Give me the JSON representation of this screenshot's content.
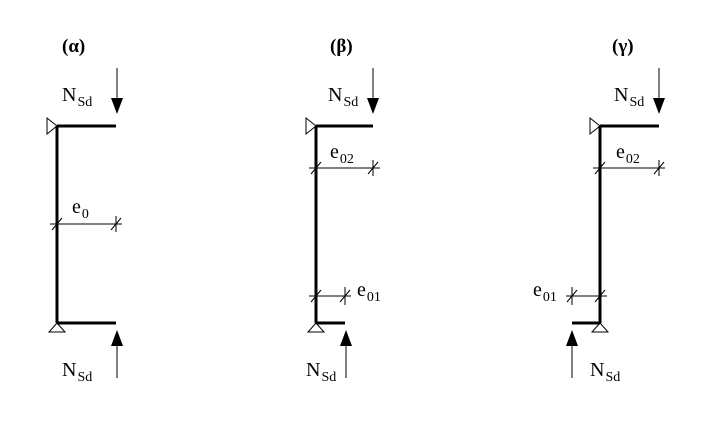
{
  "panels": [
    {
      "title": "(α)",
      "force_top": {
        "main": "N",
        "sub": "Sd"
      },
      "force_bottom": {
        "main": "N",
        "sub": "Sd"
      },
      "ecc": {
        "main": "e",
        "sub": "0"
      }
    },
    {
      "title": "(β)",
      "force_top": {
        "main": "N",
        "sub": "Sd"
      },
      "force_bottom": {
        "main": "N",
        "sub": "Sd"
      },
      "ecc_top": {
        "main": "e",
        "sub": "02"
      },
      "ecc_bottom": {
        "main": "e",
        "sub": "01"
      }
    },
    {
      "title": "(γ)",
      "force_top": {
        "main": "N",
        "sub": "Sd"
      },
      "force_bottom": {
        "main": "N",
        "sub": "Sd"
      },
      "ecc_top": {
        "main": "e",
        "sub": "02"
      },
      "ecc_bottom": {
        "main": "e",
        "sub": "01"
      }
    }
  ]
}
